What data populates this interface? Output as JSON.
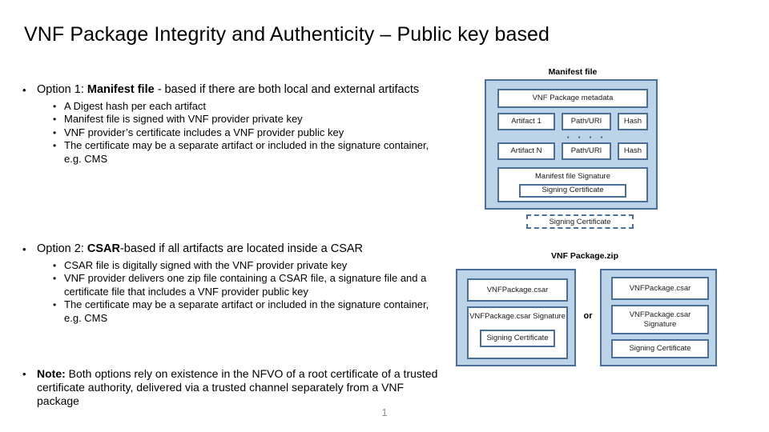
{
  "slide": {
    "title": "VNF Package Integrity and Authenticity – Public key based",
    "page_number": "1",
    "accent_fill": "#bdd3e8",
    "accent_border": "#4a7099",
    "box_fill": "#ffffff",
    "page_number_color": "#8f8f8f"
  },
  "option1": {
    "bullet_glyph": "•",
    "lead_a": "Option 1:  ",
    "lead_bold": "Manifest file",
    "lead_b": " - based if there are both local and external artifacts",
    "sub_bullets": [
      "A Digest hash per each artifact",
      "Manifest file is signed with VNF provider private key",
      "VNF provider’s certificate includes a VNF provider public key",
      "The certificate may be a separate artifact or included in the signature container, e.g. CMS"
    ]
  },
  "option2": {
    "bullet_glyph": "•",
    "lead_a": "Option 2: ",
    "lead_bold": "CSAR",
    "lead_b": "-based if all artifacts are located inside a CSAR",
    "sub_bullets": [
      "CSAR file is digitally signed with the VNF provider private key",
      "VNF provider delivers one zip file containing a CSAR file, a signature file and a certificate file that includes a VNF provider public key",
      "The certificate may be a separate artifact or included in the signature container, e.g. CMS"
    ]
  },
  "note": {
    "bullet_glyph": "•",
    "lead_bold": "Note:",
    "text": " Both options rely on existence in the NFVO of a root certificate of a trusted certificate authority, delivered via a trusted channel separately from a VNF package"
  },
  "manifest_diagram": {
    "label": "Manifest file",
    "metadata_box": "VNF Package metadata",
    "rows": [
      {
        "artifact": "Artifact 1",
        "path": "Path/URI",
        "hash": "Hash"
      },
      {
        "artifact": "Artifact N",
        "path": "Path/URI",
        "hash": "Hash"
      }
    ],
    "ellipsis": "· · · · ·",
    "signature_box": "Manifest file Signature",
    "signature_inner_box": "Signing Certificate",
    "external_certificate": "Signing Certificate"
  },
  "zip_diagram": {
    "label": "VNF Package.zip",
    "or_text": "or",
    "left_package": {
      "csar": "VNFPackage.csar",
      "signature": "VNFPackage.csar Signature",
      "certificate": "Signing Certificate"
    },
    "right_package": {
      "csar": "VNFPackage.csar",
      "signature": "VNFPackage.csar Signature",
      "certificate": "Signing Certificate"
    }
  }
}
